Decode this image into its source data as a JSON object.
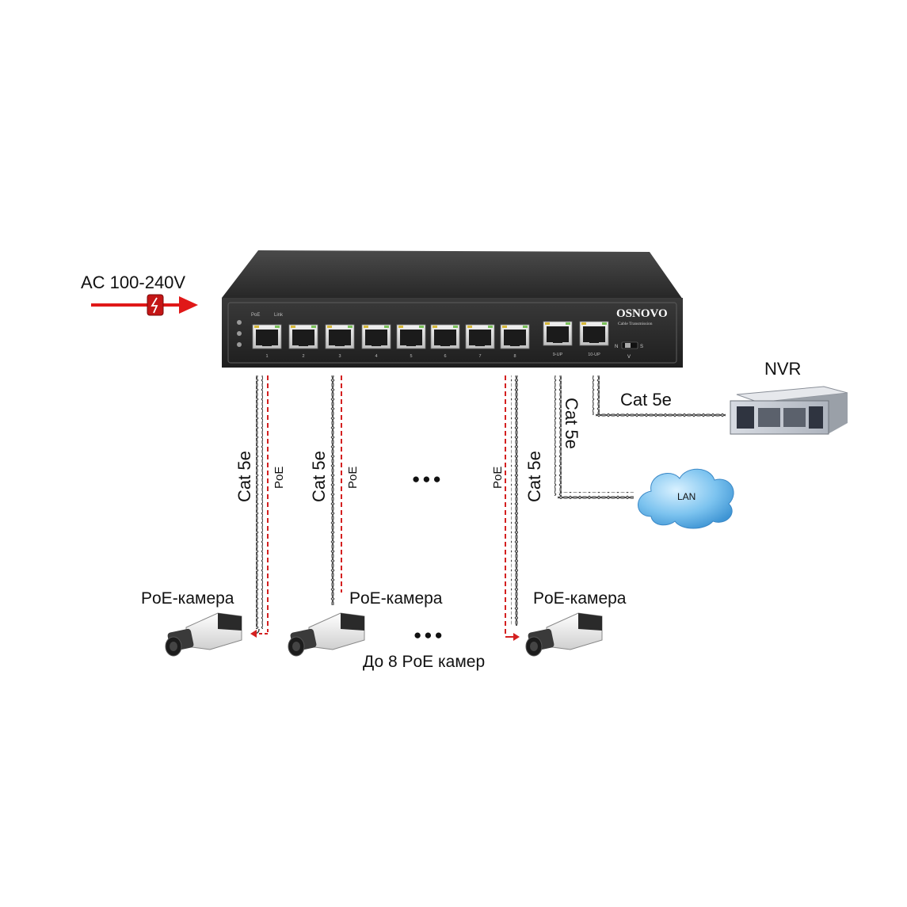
{
  "power": {
    "label": "AC 100-240V"
  },
  "switch": {
    "brand": "OSNOVO",
    "tagline": "Cable Transmission",
    "led_labels": [
      "PoE",
      "Link"
    ],
    "port_labels": [
      "1",
      "2",
      "3",
      "4",
      "5",
      "6",
      "7",
      "8"
    ],
    "uplink_labels": [
      "9-UP",
      "10-UP"
    ],
    "dip_labels": [
      "N",
      "S",
      "V"
    ]
  },
  "nvr": {
    "label": "NVR",
    "cable_label": "Cat 5e"
  },
  "lan": {
    "label": "LAN",
    "cable_label": "Cat 5e"
  },
  "cables": [
    {
      "cable_label": "Cat 5e",
      "poe_label": "PoE"
    },
    {
      "cable_label": "Cat 5e",
      "poe_label": "PoE"
    },
    {
      "cable_label": "Cat 5e",
      "poe_label": "PoE"
    }
  ],
  "ellipsis": "●●●",
  "cameras": [
    {
      "label": "PoE-камера"
    },
    {
      "label": "PoE-камера"
    },
    {
      "label": "PoE-камера"
    }
  ],
  "footer": {
    "label": "До 8 PoE камер"
  },
  "colors": {
    "poe_line": "#d42020",
    "power_arrow": "#e01818",
    "switch_body": "#2b2b2b",
    "cloud": "#5aaee6"
  }
}
